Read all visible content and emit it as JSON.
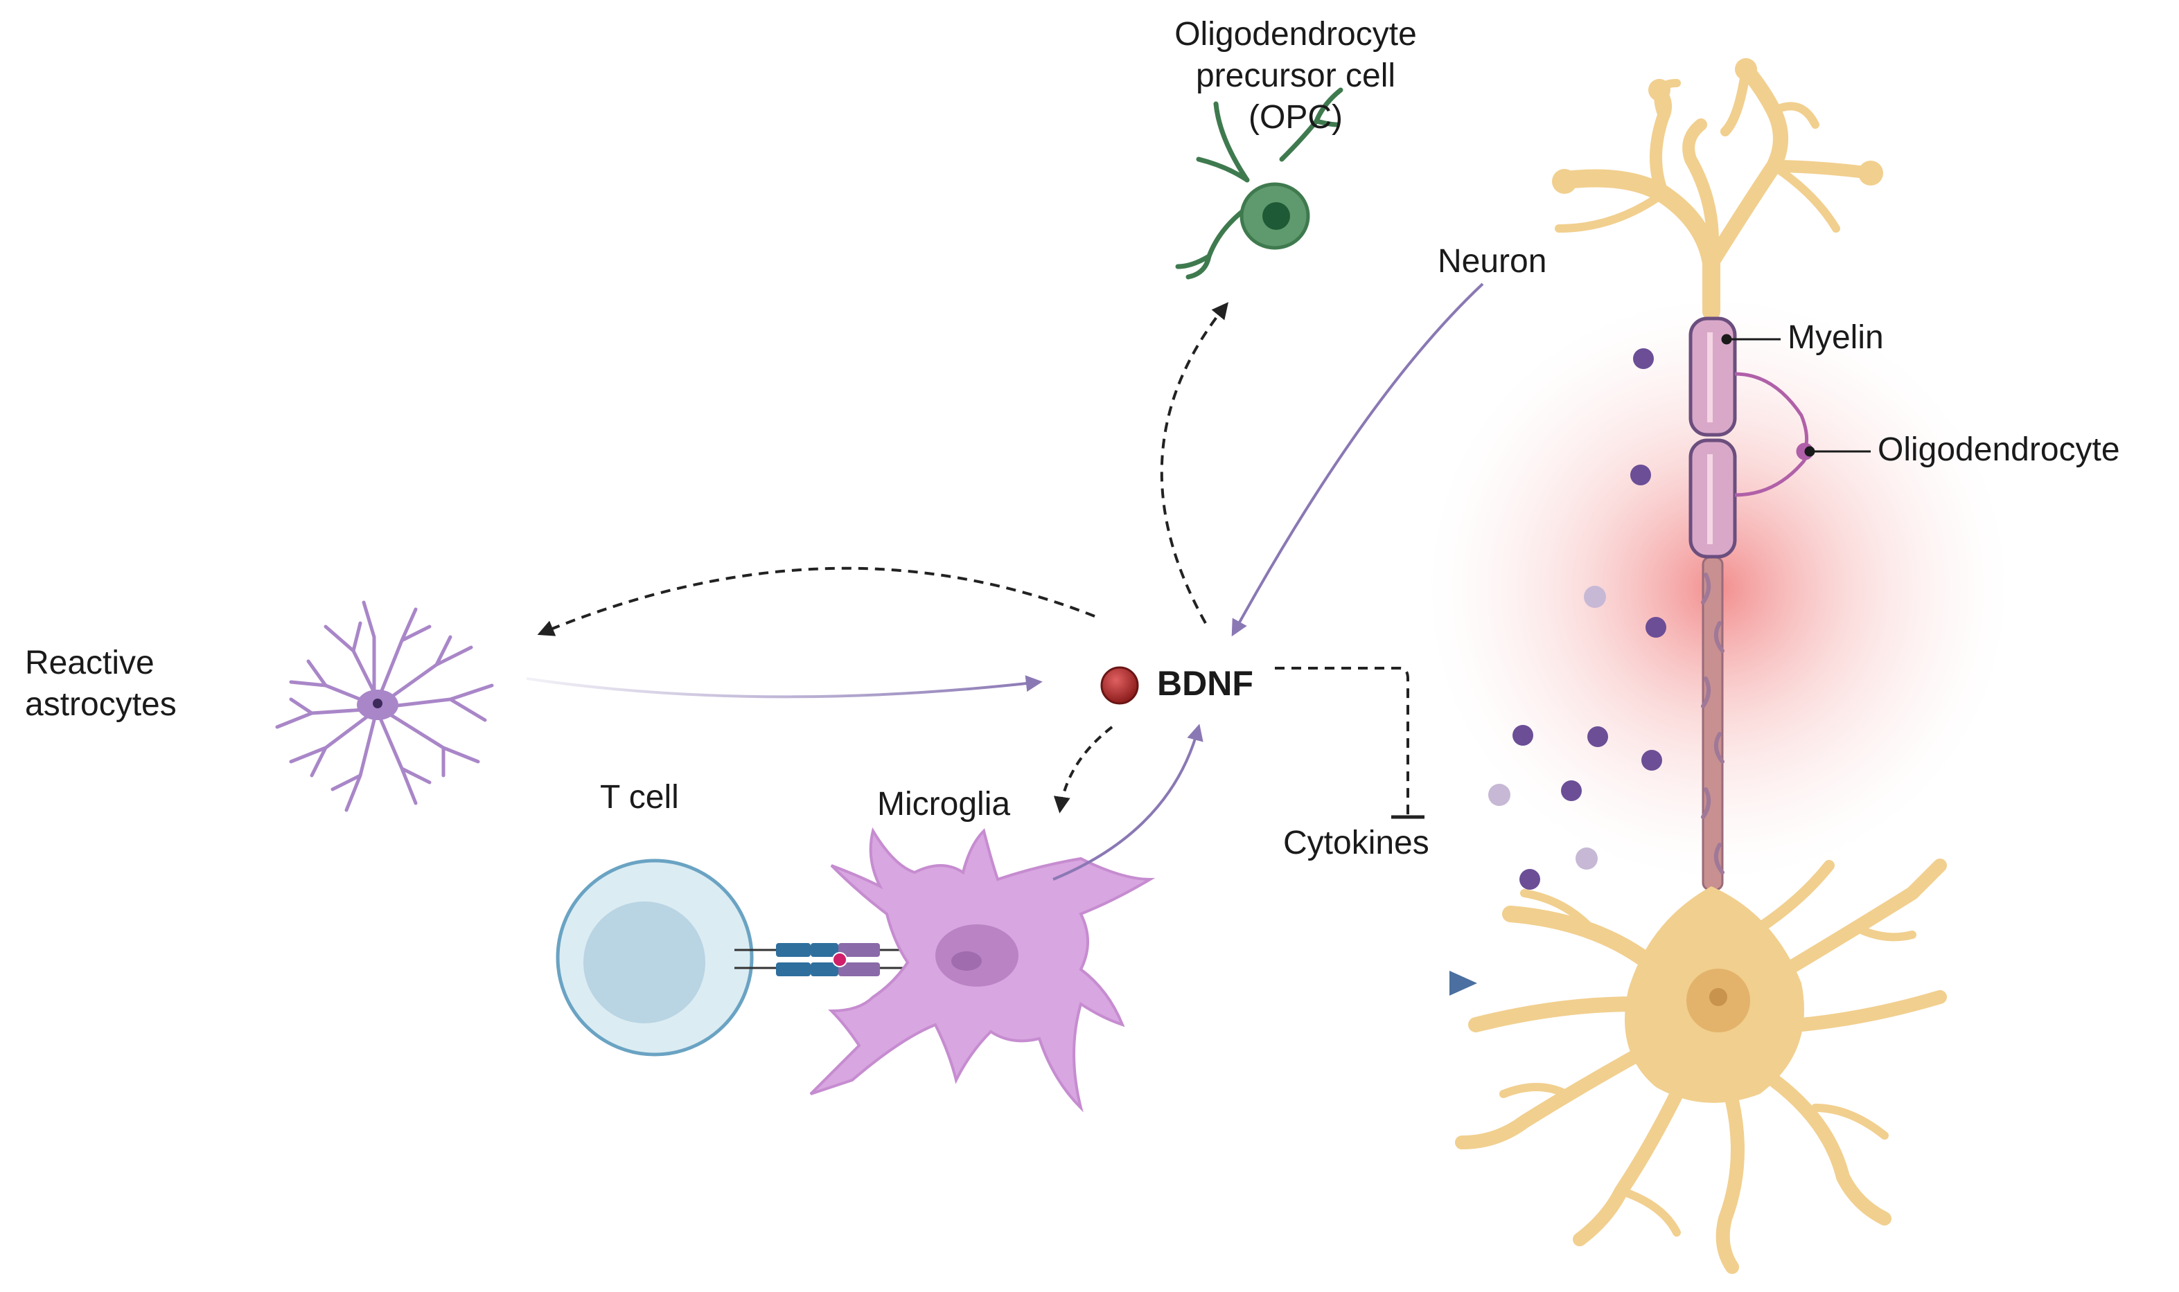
{
  "labels": {
    "opc": "Oligodendrocyte\nprecursor cell (OPC)",
    "neuron": "Neuron",
    "myelin": "Myelin",
    "oligodendrocyte": "Oligodendrocyte",
    "reactive_astrocytes": "Reactive\nastrocytes",
    "bdnf": "BDNF",
    "t_cell": "T cell",
    "microglia": "Microglia",
    "cytokines": "Cytokines"
  },
  "colors": {
    "arrow_purple": "#8a78b4",
    "arrow_black": "#222222",
    "arrow_blue": "#4a6fa0",
    "neuron": "#f1cf8e",
    "neuron_nucleus": "#e3b36b",
    "astrocyte": "#a986c8",
    "microglia": "#d8a6e0",
    "opc": "#5e9a6d",
    "t_cell": "#c8e0ea",
    "bdnf": "#b03030",
    "myelin": "#d9a8c8",
    "vesicle": "#6b4e96",
    "inflammation": "#f4a0a0"
  }
}
